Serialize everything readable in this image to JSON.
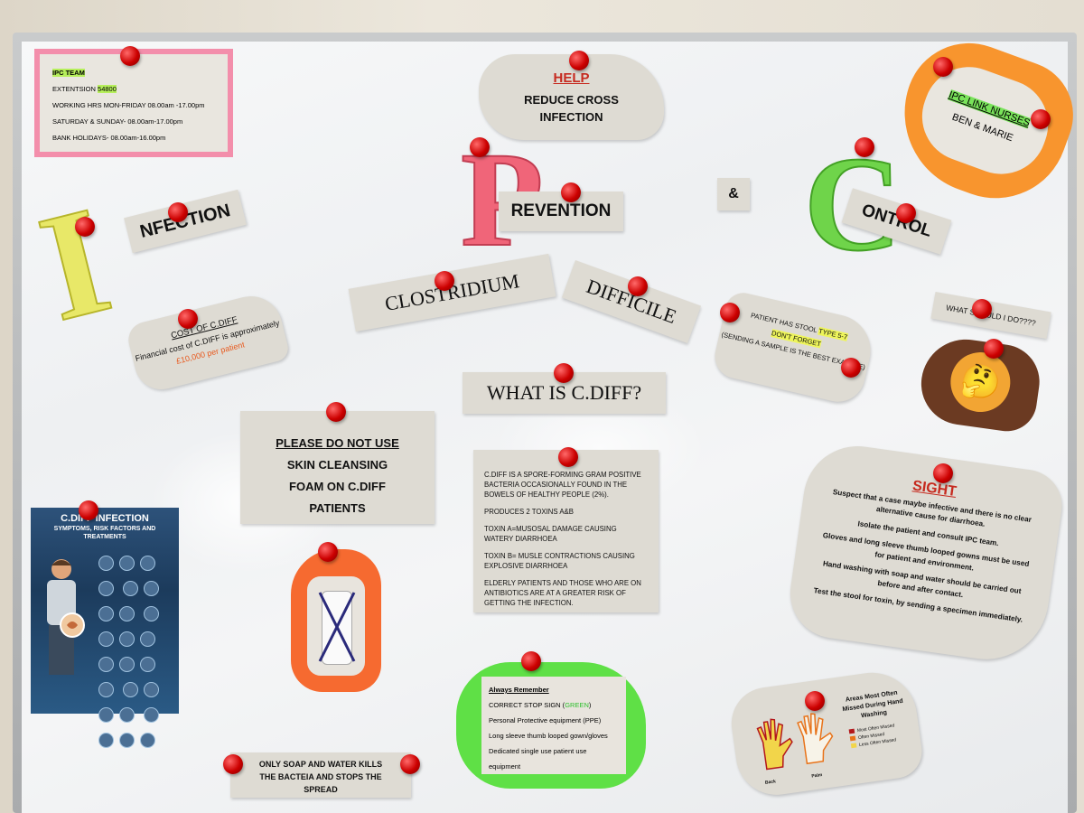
{
  "ipc_team": {
    "title": "IPC TEAM",
    "extension_label": "EXTENTSION",
    "extension_number": "54800",
    "working_hours": "WORKING HRS MON-FRIDAY 08.00am -17.00pm",
    "weekend": "SATURDAY & SUNDAY- 08.00am-17.00pm",
    "bank_holidays": "BANK HOLIDAYS- 08.00am-16.00pm"
  },
  "help": {
    "title": "HELP",
    "line1": "REDUCE CROSS",
    "line2": "INFECTION"
  },
  "link_nurses": {
    "title": "IPC LINK NURSES",
    "names": "BEN & MARIE"
  },
  "headline": {
    "letter_i": "I",
    "nfection": "NFECTION",
    "letter_p": "P",
    "revention": "REVENTION",
    "amp": "&",
    "letter_c": "C",
    "ontrol": "ONTROL"
  },
  "clostridium": "CLOSTRIDIUM",
  "difficile": "DIFFICILE",
  "what_is": "WHAT IS C.DIFF?",
  "cost": {
    "title": "COST OF C.DIFF",
    "line1": "Financial cost of C.DIFF is approximately",
    "amount": "£10,000 per patient"
  },
  "stool": {
    "line1_pre": "PATIENT HAS STOOL",
    "line1_type": "TYPE 5-7",
    "line2": "DON'T FORGET",
    "line3": "(SENDING A SAMPLE IS THE BEST EXAMPLE)"
  },
  "what_should": "WHAT SHOULD I DO????",
  "thinking_icon": "thinking-face-emoji",
  "skin": {
    "line1_a": "PLEASE ",
    "line1_b": "DO NOT",
    "line1_c": " USE",
    "line2": "SKIN CLEANSING",
    "line3": "FOAM ON C.DIFF",
    "line4": "PATIENTS"
  },
  "cdiff_info": {
    "p1": "C.DIFF IS A SPORE-FORMING GRAM POSITIVE BACTERIA OCCASIONALLY FOUND IN THE BOWELS OF HEALTHY PEOPLE (2%).",
    "p2": "PRODUCES 2 TOXINS A&B",
    "p3": "TOXIN A=MUSOSAL DAMAGE CAUSING WATERY DIARRHOEA",
    "p4": "TOXIN B= MUSLE CONTRACTIONS CAUSING EXPLOSIVE DIARRHOEA",
    "p5": "ELDERLY PATIENTS AND THOSE WHO ARE ON ANTIBIOTICS ARE AT A GREATER RISK OF GETTING THE INFECTION."
  },
  "sight": {
    "title": "SIGHT",
    "s": "Suspect that a case maybe infective and there is no clear alternative cause for diarrhoea.",
    "i": "Isolate the patient and consult IPC team.",
    "g": "Gloves and long sleeve thumb looped gowns must be used for patient and environment.",
    "h": "Hand washing with soap and water should be carried out before and after contact.",
    "t": "Test the stool for toxin, by sending a specimen immediately."
  },
  "poster": {
    "title": "C.DIFF INFECTION",
    "subtitle": "SYMPTOMS, RISK FACTORS AND TREATMENTS"
  },
  "always": {
    "title": "Always Remember",
    "item1_pre": "CORRECT STOP SIGN (",
    "item1_green": "GREEN",
    "item1_post": ")",
    "item2": "Personal Protective equipment (PPE)",
    "item3": "Long sleeve thumb looped gown/gloves",
    "item4": "Dedicated single use patient use equipment"
  },
  "soap": {
    "line1": "ONLY SOAP AND WATER KILLS",
    "line2": "THE BACTEIA AND STOPS THE",
    "line3": "SPREAD"
  },
  "hands": {
    "title": "Areas Most Often Missed During Hand Washing",
    "legend": [
      "Most Often Missed",
      "Often Missed",
      "Less Often Missed"
    ],
    "legend_colors": [
      "#b3171b",
      "#e8731a",
      "#f2d54a"
    ],
    "back": "Back",
    "palm": "Palm"
  }
}
